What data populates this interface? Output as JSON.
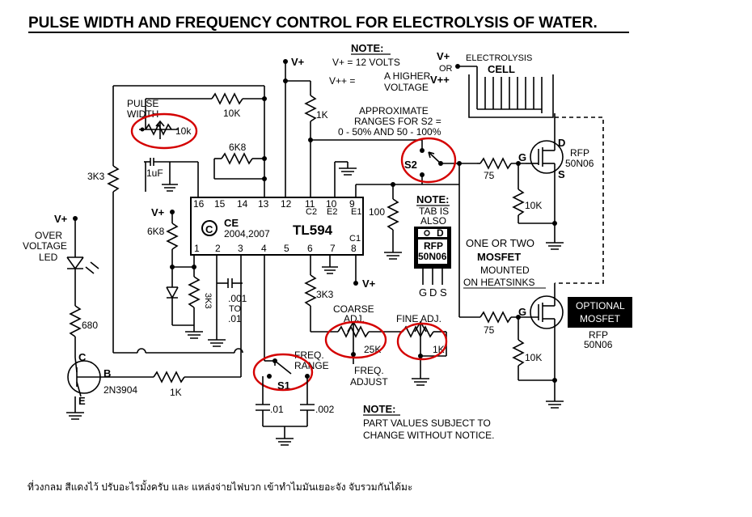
{
  "title": "PULSE WIDTH AND FREQUENCY CONTROL FOR ELECTROLYSIS OF WATER.",
  "note_top": {
    "heading": "NOTE:",
    "line1": "V+ = 12 VOLTS",
    "line2a": "V++ = ",
    "line2b": "A HIGHER",
    "line3": "VOLTAGE"
  },
  "supply": {
    "vplus": "V+",
    "or": "OR",
    "vpp": "V++"
  },
  "cell": {
    "label1": "ELECTROLYSIS",
    "label2": "CELL"
  },
  "s2_note": {
    "line1": "APPROXIMATE",
    "line2": "RANGES FOR  S2 =",
    "line3": "0 - 50%  AND   50 - 100%"
  },
  "switches": {
    "s2": "S2",
    "s1": "S1"
  },
  "pulse_width": {
    "label1": "PULSE",
    "label2": "WIDTH",
    "pot": "10k"
  },
  "chip": {
    "name": "TL594",
    "copyright": "C",
    "ce": "CE",
    "year": "2004,2007",
    "top_pins": [
      "16",
      "15",
      "14",
      "13",
      "12",
      "11",
      "10",
      "9"
    ],
    "bottom_pins": [
      "1",
      "2",
      "3",
      "4",
      "5",
      "6",
      "7",
      "8"
    ],
    "pin_sub_top": [
      "C2",
      "E2",
      "E1"
    ],
    "pin_sub_bottom": "C1"
  },
  "components": {
    "r_10k_top": "10K",
    "r_6k8_top": "6K8",
    "r_3k3_left": "3K3",
    "r_1k_top": "1K",
    "cap_1uf": "1uF",
    "r_6k8_left": "6K8",
    "r_3k3_mid": "3K3",
    "cap_001a": ".001",
    "cap_to": "TO",
    "cap_01a": ".01",
    "r_3k3_pin6": "3K3",
    "r_100": "100",
    "r_75_top": "75",
    "r_10k_gate_top": "10K",
    "r_75_bottom": "75",
    "r_10k_gate_bottom": "10K",
    "r_680": "680",
    "r_1k_base": "1K",
    "cap_01": ".01",
    "cap_002": ".002"
  },
  "overvoltage": {
    "vplus": "V+",
    "line1": "OVER",
    "line2": "VOLTAGE",
    "line3": "LED"
  },
  "transistor": {
    "c": "C",
    "b": "B",
    "e": "E",
    "part": "2N3904"
  },
  "vplus_labels": {
    "left": "V+",
    "pin8": "V+",
    "led": "V+"
  },
  "pots": {
    "coarse1": "COARSE",
    "coarse2": "ADJ.",
    "coarse_val": "25K",
    "fine": "FINE ADJ.",
    "fine_val": "1K"
  },
  "freq": {
    "range1": "FREQ.",
    "range2": "RANGE",
    "adjust1": "FREQ.",
    "adjust2": "ADJUST"
  },
  "tab_note": {
    "heading": "NOTE:",
    "line1": "TAB IS",
    "line2": "ALSO",
    "pkg_d": "D",
    "pkg_name1": "RFP",
    "pkg_name2": "50N06",
    "leg_g": "G",
    "leg_d": "D",
    "leg_s": "S"
  },
  "mosfet_note": {
    "line1": "ONE  OR  TWO",
    "line2": "MOSFET",
    "line3": "MOUNTED",
    "line4": "ON  HEATSINKS"
  },
  "mosfet_top": {
    "g": "G",
    "d": "D",
    "s": "S",
    "part1": "RFP",
    "part2": "50N06"
  },
  "mosfet_bottom": {
    "g": "G",
    "optional1": "OPTIONAL",
    "optional2": "MOSFET",
    "part1": "RFP",
    "part2": "50N06"
  },
  "note_bottom": {
    "heading": "NOTE:",
    "line1": "PART VALUES SUBJECT TO",
    "line2": "CHANGE WITHOUT NOTICE."
  },
  "thai_caption": "ที่วงกลม สีแดงไว้  ปรับอะไรมั้งครับ  และ แหล่งจ่ายไฟบวก เข้าทำไมมันเยอะจัง จับรวมกันได้มะ",
  "colors": {
    "highlight": "#d40000",
    "ink": "#000000",
    "box_fill": "#000000"
  }
}
